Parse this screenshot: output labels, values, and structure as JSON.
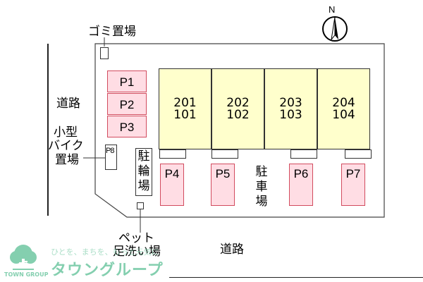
{
  "compass": {
    "label": "N"
  },
  "garbage": {
    "label": "ゴミ置場"
  },
  "roads": {
    "left": "道路",
    "bottom": "道路"
  },
  "bike": {
    "line1": "小型",
    "line2": "バイク",
    "line3": "置場",
    "box": "P8"
  },
  "bicycle": {
    "line1": "駐",
    "line2": "輪",
    "line3": "場"
  },
  "parking_label": {
    "line1": "駐",
    "line2": "車",
    "line3": "場"
  },
  "pet_wash": {
    "line1": "ペット",
    "line2": "足洗い場"
  },
  "spaces_left": [
    "P1",
    "P2",
    "P3"
  ],
  "spaces_bottom": [
    "P4",
    "P5",
    "P6",
    "P7"
  ],
  "units": [
    {
      "upper": "201",
      "lower": "101"
    },
    {
      "upper": "202",
      "lower": "102"
    },
    {
      "upper": "203",
      "lower": "103"
    },
    {
      "upper": "204",
      "lower": "104"
    }
  ],
  "brand": {
    "slogan": "ひとを、まちを、もっと元気に",
    "name": "タウングループ",
    "corp": "TOWN GROUP"
  },
  "colors": {
    "unit_fill": "#ffffcc",
    "space_fill": "#ffdde4",
    "space_border": "#d24b5e",
    "brand_green": "#5bbf95"
  }
}
